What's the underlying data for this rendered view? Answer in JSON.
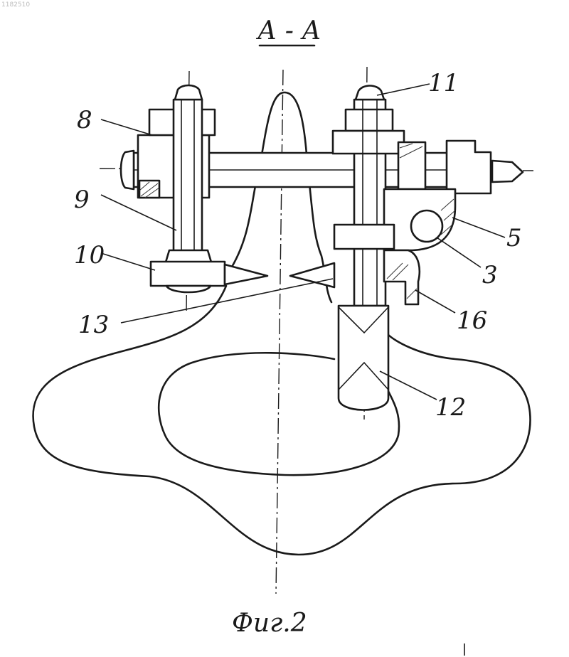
{
  "section_title": "А - А",
  "caption": "Фиг.2",
  "watermark": "1182510",
  "labels": {
    "l8": "8",
    "l9": "9",
    "l10": "10",
    "l11": "11",
    "l5": "5",
    "l3": "3",
    "l16": "16",
    "l13": "13",
    "l12": "12"
  }
}
